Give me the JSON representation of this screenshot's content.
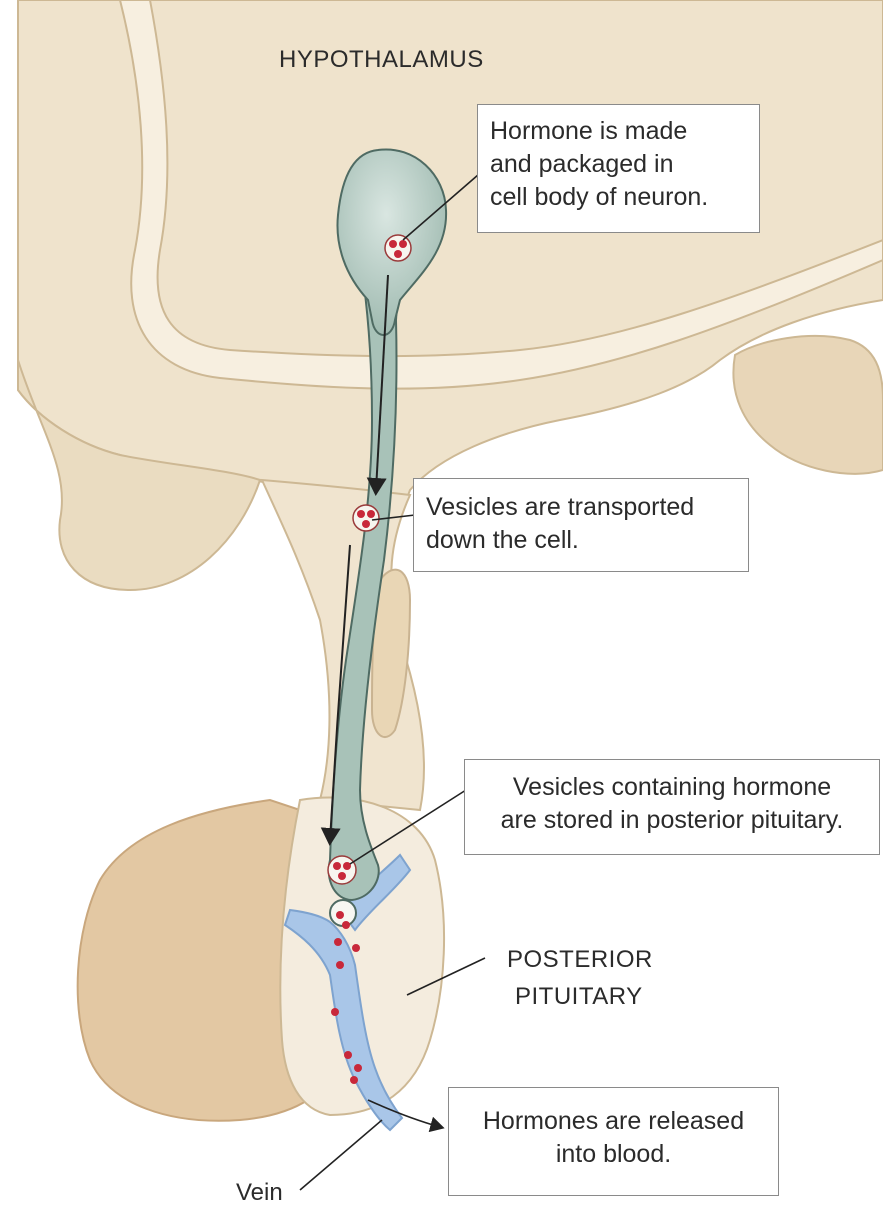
{
  "labels": {
    "hypothalamus": "HYPOTHALAMUS",
    "posterior_pituitary_line1": "POSTERIOR",
    "posterior_pituitary_line2": "PITUITARY",
    "vein": "Vein"
  },
  "callouts": {
    "made_line1": "Hormone is made",
    "made_line2": "and packaged in",
    "made_line3": "cell body of neuron.",
    "transported_line1": "Vesicles are transported",
    "transported_line2": "down the cell.",
    "stored_line1": "Vesicles containing hormone",
    "stored_line2": "are stored in posterior pituitary.",
    "released_line1": "Hormones are released",
    "released_line2": "into blood."
  },
  "colors": {
    "tissue_light": "#f1e6d2",
    "tissue_mid": "#e6d3b4",
    "tissue_outline": "#c9b391",
    "pituitary_fill": "#e2c7a2",
    "posterior_fill": "#f4ecde",
    "neuron_fill": "#a8c2b8",
    "neuron_outline": "#4f6b63",
    "vein_fill": "#a9c6e8",
    "vein_outline": "#7ea3cf",
    "vesicle_dot": "#c8283a"
  }
}
